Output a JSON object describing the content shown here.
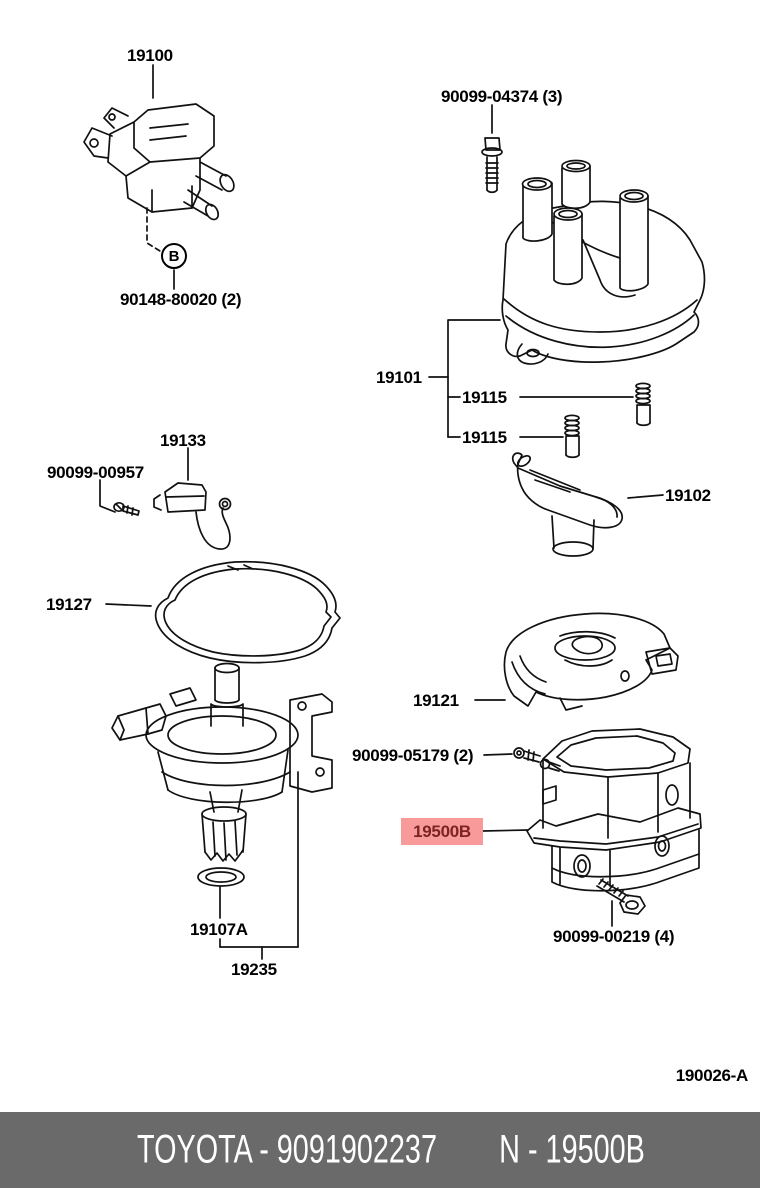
{
  "figure": {
    "code": "190026-A"
  },
  "footer": {
    "left": "TOYOTA - 9091902237",
    "right": "N - 19500B"
  },
  "callout": {
    "b": "B"
  },
  "colors": {
    "footer_bg": "#6a6a6a",
    "footer_text": "#ffffff",
    "highlight_bg": "#f99a9a",
    "highlight_text": "#7e2222",
    "line": "#111111"
  },
  "labels": {
    "l19100": "19100",
    "l90148_80020": "90148-80020 (2)",
    "l90099_04374": "90099-04374 (3)",
    "l19101": "19101",
    "l19115_upper": "19115",
    "l19115_lower": "19115",
    "l19102": "19102",
    "l19133": "19133",
    "l90099_00957": "90099-00957",
    "l19127": "19127",
    "l19121": "19121",
    "l90099_05179": "90099-05179 (2)",
    "l19500b": "19500B",
    "l90099_00219": "90099-00219 (4)",
    "l19107a": "19107A",
    "l19235": "19235"
  }
}
